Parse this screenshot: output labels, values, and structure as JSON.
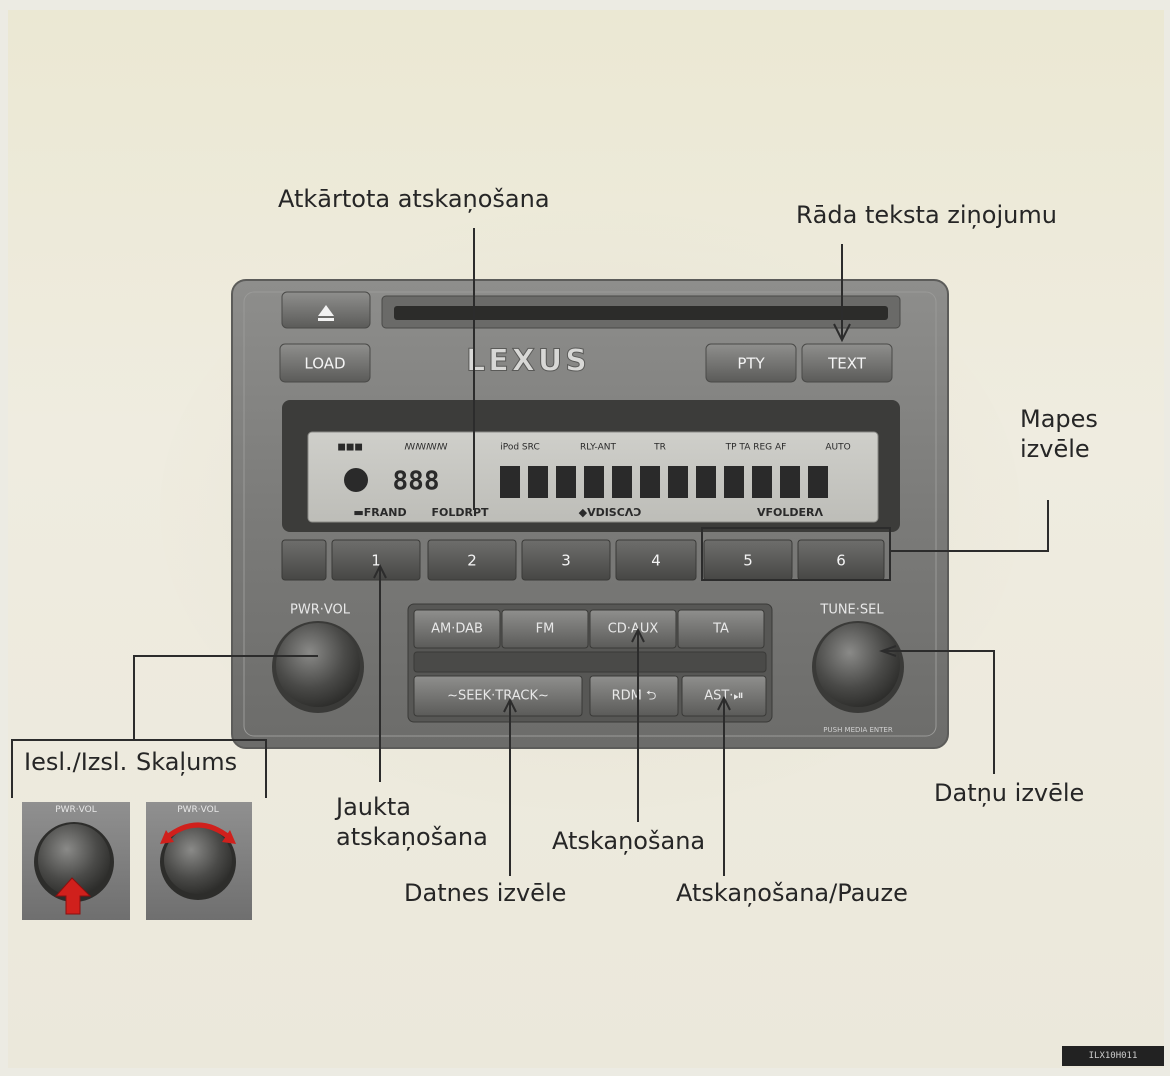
{
  "labels": {
    "repeat_play": "Atkārtota atskaņošana",
    "show_text_message": "Rāda teksta ziņojumu",
    "folder_select": "Mapes\nizvēle",
    "random_play": "Jaukta\natskaņošana",
    "file_select": "Datnes izvēle",
    "playback": "Atskaņošana",
    "play_pause": "Atskaņošana/Pauze",
    "file_selection": "Datņu izvēle",
    "on_off": "Iesl./Izsl.",
    "volume": "Skaļums"
  },
  "unit": {
    "brand": "LEXUS",
    "load": "LOAD",
    "pty": "PTY",
    "text": "TEXT",
    "pwr_vol": "PWR·VOL",
    "tune_sel": "TUNE·SEL",
    "push_media": "PUSH MEDIA ENTER",
    "presets": [
      "",
      "1",
      "2",
      "3",
      "4",
      "5",
      "6"
    ],
    "sources": [
      "AM·DAB",
      "FM",
      "CD·AUX",
      "TA"
    ],
    "seek_track": "∼SEEK·TRACK∼",
    "rdm": "RDM",
    "rpt_symbol": "⮌",
    "scan_play": "AST·⏯"
  },
  "lcd": {
    "top_row": [
      "■■■",
      "ꟿꟿꟿꟿ",
      "iPod SRC",
      "RLY-ANT",
      "TR",
      "TP TA REG AF",
      "AUTO"
    ],
    "main_digits": "888",
    "segments": 12,
    "bottom_row": [
      "▬FRAND",
      "FOLDRPT",
      "◆VDISCΛƆ",
      "VFOLDERΛ"
    ]
  },
  "inset": {
    "knob_label": "PWR·VOL"
  },
  "figure_code": "ILX10H011"
}
